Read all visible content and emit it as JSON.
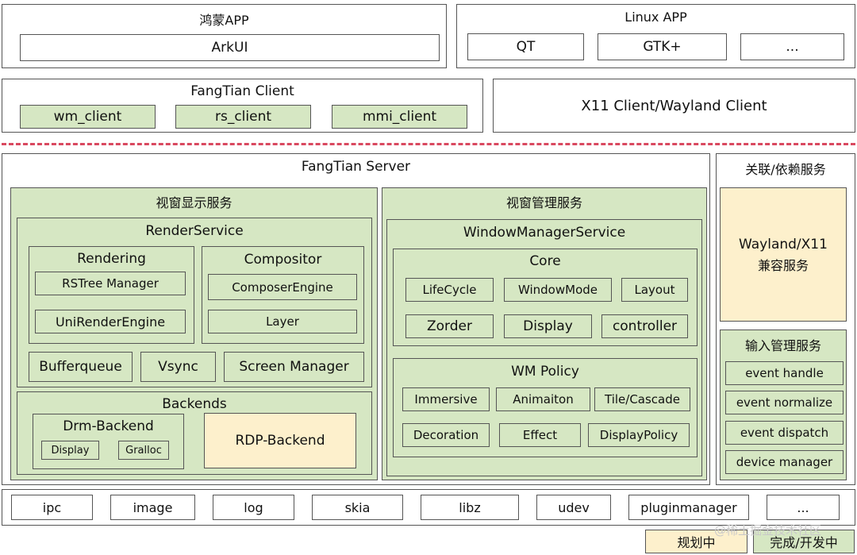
{
  "hongmeng_app": {
    "title": "鸿蒙APP",
    "arkui": "ArkUI"
  },
  "linux_app": {
    "title": "Linux APP",
    "items": [
      "QT",
      "GTK+",
      "..."
    ]
  },
  "fangtian_client": {
    "title": "FangTian Client",
    "items": [
      "wm_client",
      "rs_client",
      "mmi_client"
    ]
  },
  "x11_client": "X11 Client/Wayland Client",
  "fangtian_server": {
    "title": "FangTian Server",
    "display_service": {
      "title": "视窗显示服务",
      "render_service": {
        "title": "RenderService",
        "rendering": {
          "title": "Rendering",
          "items": [
            "RSTree Manager",
            "UniRenderEngine"
          ]
        },
        "compositor": {
          "title": "Compositor",
          "items": [
            "ComposerEngine",
            "Layer"
          ]
        },
        "bottom": [
          "Bufferqueue",
          "Vsync",
          "Screen Manager"
        ]
      },
      "backends": {
        "title": "Backends",
        "drm": {
          "title": "Drm-Backend",
          "items": [
            "Display",
            "Gralloc"
          ]
        },
        "rdp": "RDP-Backend"
      }
    },
    "window_service": {
      "title": "视窗管理服务",
      "wms": {
        "title": "WindowManagerService",
        "core": {
          "title": "Core",
          "items": [
            "LifeCycle",
            "WindowMode",
            "Layout",
            "Zorder",
            "Display",
            "controller"
          ]
        },
        "policy": {
          "title": "WM Policy",
          "items": [
            "Immersive",
            "Animaiton",
            "Tile/Cascade",
            "Decoration",
            "Effect",
            "DisplayPolicy"
          ]
        }
      }
    }
  },
  "related_services": {
    "title": "关联/依赖服务",
    "wayland": [
      "Wayland/X11",
      "兼容服务"
    ],
    "input": {
      "title": "输入管理服务",
      "items": [
        "event handle",
        "event normalize",
        "event dispatch",
        "device manager"
      ]
    }
  },
  "libs": [
    "ipc",
    "image",
    "log",
    "skia",
    "libz",
    "udev",
    "pluginmanager",
    "..."
  ],
  "legend": {
    "planned": "规划中",
    "done": "完成/开发中"
  },
  "watermark": "@稀土掘金技术社区",
  "colors": {
    "green": "#d6e7c3",
    "cream": "#fdf0cc",
    "dash": "#d9485f"
  }
}
